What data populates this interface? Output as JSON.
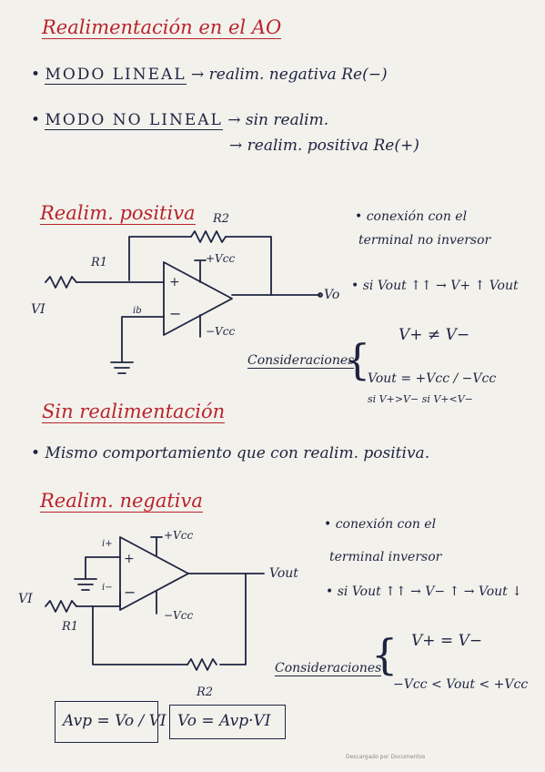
{
  "title": "Realimentación en el AO",
  "modes": [
    {
      "bullet": "•",
      "label": "MODO LINEAL",
      "text": "→ realim. negativa Re(−)"
    },
    {
      "bullet": "•",
      "label": "MODO NO LINEAL",
      "text": "→ sin realim."
    },
    {
      "text": "→ realim. positiva Re(+)"
    }
  ],
  "positive": {
    "heading": "Realim. positiva",
    "labels": {
      "r2": "R2",
      "r1": "R1",
      "vcc_pos": "+Vcc",
      "vcc_neg": "−Vcc",
      "vo": "Vo",
      "vi": "VI",
      "plus": "+",
      "minus": "−",
      "ib": "ib"
    },
    "notes": [
      "• conexión con el",
      "terminal no inversor",
      "• si Vout ↑↑ → V+ ↑ Vout"
    ],
    "considerations_label": "Consideraciones",
    "considerations": [
      "V+ ≠ V−",
      "Vout = +Vcc / −Vcc",
      "si V+>V−          si V+<V−"
    ]
  },
  "none": {
    "heading": "Sin realimentación",
    "text": "• Mismo comportamiento que con realim. positiva."
  },
  "negative": {
    "heading": "Realim. negativa",
    "labels": {
      "vcc_pos": "+Vcc",
      "vcc_neg": "−Vcc",
      "vout": "Vout",
      "vi": "VI",
      "r1": "R1",
      "r2": "R2",
      "plus": "+",
      "minus": "−",
      "i_plus": "i+",
      "i_minus": "i−"
    },
    "notes": [
      "• conexión con el",
      "terminal inversor",
      "• si Vout ↑↑ → V− ↑ → Vout ↓"
    ],
    "considerations_label": "Consideraciones",
    "considerations": [
      "V+ = V−",
      "−Vcc < Vout < +Vcc"
    ]
  },
  "formulas": {
    "avp": "Avp = Vo / VI",
    "vo": "Vo = Avp·VI"
  },
  "footer": "Descargado por Documentos"
}
